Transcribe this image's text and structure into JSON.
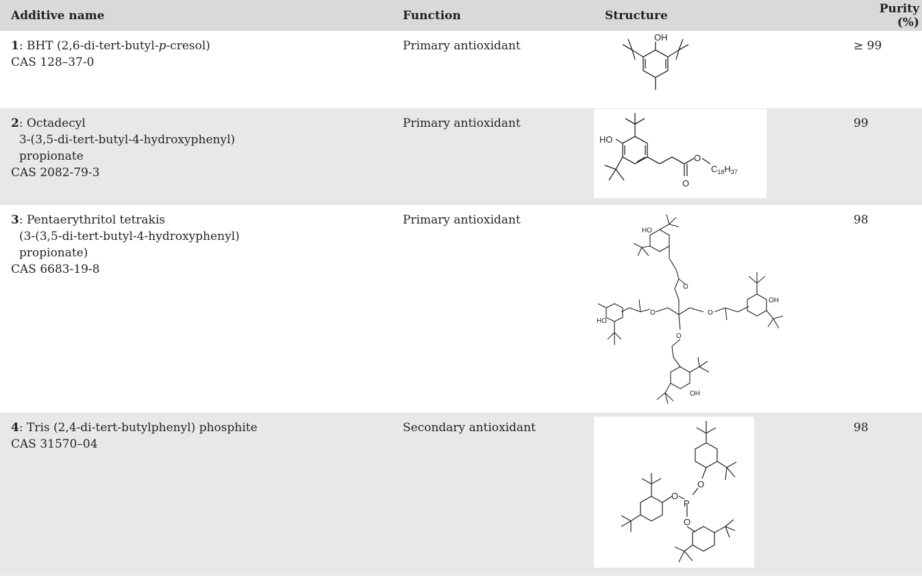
{
  "headers": {
    "name": "Additive name",
    "function": "Function",
    "structure": "Structure",
    "purity": "Purity (%)"
  },
  "rows": [
    {
      "num": "1",
      "name_lines": [
        "BHT (2,6-di-tert-butyl-",
        "p",
        "-cresol)"
      ],
      "cas": "CAS 128–37-0",
      "function": "Primary antioxidant",
      "purity": "≥ 99",
      "structure_labels": {
        "oh": "OH"
      }
    },
    {
      "num": "2",
      "name_first": "Octadecyl",
      "name_cont": [
        "3-(3,5-di-tert-butyl-4-hydroxyphenyl)",
        "propionate"
      ],
      "cas": "CAS 2082-79-3",
      "function": "Primary antioxidant",
      "purity": "99",
      "structure_labels": {
        "ho": "HO",
        "o1": "O",
        "o2": "O",
        "chain_c": "C",
        "chain_c_sub": "18",
        "chain_h": "H",
        "chain_h_sub": "37"
      }
    },
    {
      "num": "3",
      "name_first": "Pentaerythritol tetrakis",
      "name_cont": [
        "(3-(3,5-di-tert-butyl-4-hydroxyphenyl)",
        "propionate)"
      ],
      "cas": "CAS 6683-19-8",
      "function": "Primary antioxidant",
      "purity": "98",
      "structure_labels": {
        "ho_top": "HO",
        "oh_right": "OH",
        "ho_left": "HO",
        "oh_bottom": "OH",
        "o": "O"
      }
    },
    {
      "num": "4",
      "name_first": "Tris (2,4-di-tert-butylphenyl) phosphite",
      "cas": "CAS 31570–04",
      "function": "Secondary antioxidant",
      "purity": "98",
      "structure_labels": {
        "p": "P",
        "o": "O"
      }
    }
  ]
}
